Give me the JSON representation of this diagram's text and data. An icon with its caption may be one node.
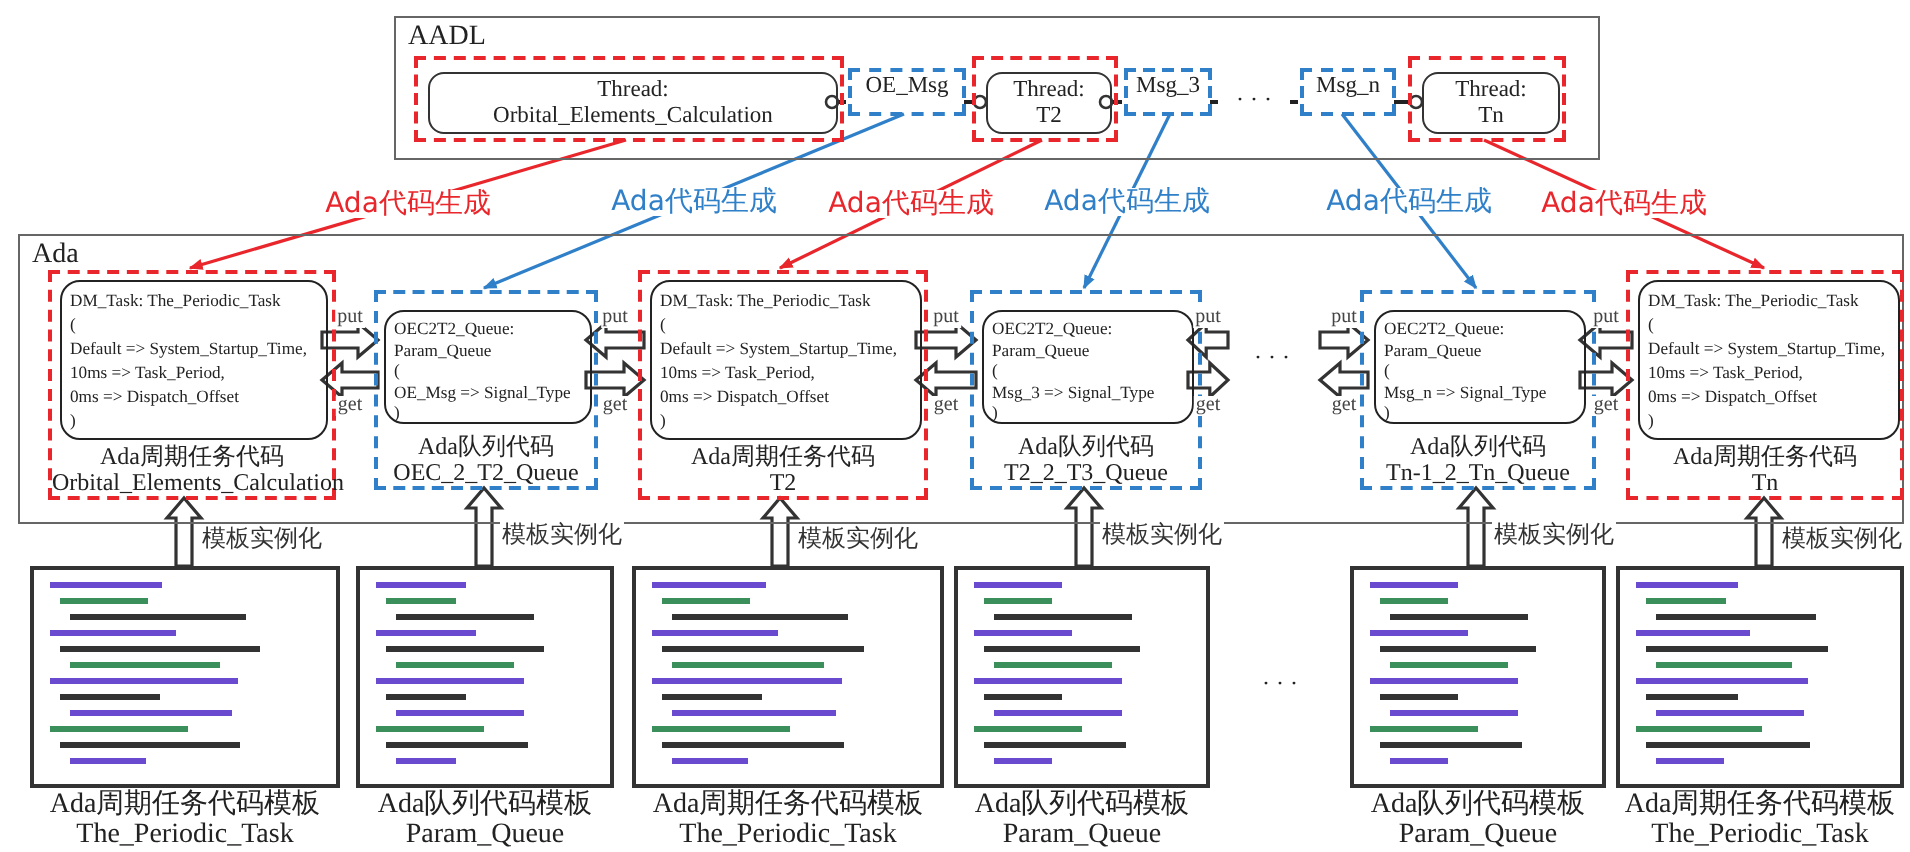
{
  "diagram": {
    "nodes": [
      {
        "text": [
          "AADL"
        ]
      },
      {
        "text": [],
        "shape": "box",
        "in": 0
      },
      {
        "text": [
          "Thread:",
          "Orbital_Elements_Calculation"
        ],
        "in": 1
      },
      {
        "text": [
          "OE_Msg"
        ],
        "in": 0
      },
      {
        "text": [],
        "shape": "box",
        "in": 0
      },
      {
        "text": [
          "Thread:",
          "T2"
        ],
        "in": 4
      },
      {
        "text": [
          "Msg_3"
        ],
        "in": 0
      },
      {
        "text": [
          "Msg_n"
        ],
        "in": 0
      },
      {
        "text": [],
        "shape": "box",
        "in": 0
      },
      {
        "text": [
          "Thread:",
          "Tn"
        ],
        "in": 8
      },
      {
        "text": [
          "Ada"
        ]
      },
      {
        "text": [
          "Ada周期任务代码",
          "Orbital_Elements_Calculation"
        ],
        "in": 10
      },
      {
        "text": [
          "DM_Task: The_Periodic_Task",
          "(",
          "Default => System_Startup_Time,",
          "10ms => Task_Period,",
          "0ms => Dispatch_Offset",
          ")"
        ],
        "in": 11
      },
      {
        "text": [
          "Ada队列代码",
          "OEC_2_T2_Queue"
        ],
        "in": 10
      },
      {
        "text": [
          "OEC2T2_Queue:",
          "Param_Queue",
          "(",
          "OE_Msg => Signal_Type",
          ")"
        ],
        "in": 13
      },
      {
        "text": [
          "Ada周期任务代码",
          "T2"
        ],
        "in": 10
      },
      {
        "text": [
          "DM_Task: The_Periodic_Task",
          "(",
          "Default => System_Startup_Time,",
          "10ms => Task_Period,",
          "0ms => Dispatch_Offset",
          ")"
        ],
        "in": 15
      },
      {
        "text": [
          "Ada队列代码",
          "T2_2_T3_Queue"
        ],
        "in": 10
      },
      {
        "text": [
          "OEC2T2_Queue:",
          "Param_Queue",
          "(",
          "Msg_3 => Signal_Type",
          ")"
        ],
        "in": 17
      },
      {
        "text": [
          "Ada队列代码",
          "Tn-1_2_Tn_Queue"
        ],
        "in": 10
      },
      {
        "text": [
          "OEC2T2_Queue:",
          "Param_Queue",
          "(",
          "Msg_n => Signal_Type",
          ")"
        ],
        "in": 19
      },
      {
        "text": [
          "Ada周期任务代码",
          "Tn"
        ],
        "in": 10
      },
      {
        "text": [
          "DM_Task: The_Periodic_Task",
          "(",
          "Default => System_Startup_Time,",
          "10ms => Task_Period,",
          "0ms => Dispatch_Offset",
          ")"
        ],
        "in": 21
      },
      {
        "text": [
          "Ada周期任务代码模板",
          "The_Periodic_Task"
        ]
      },
      {
        "text": [
          "Ada队列代码模板",
          "Param_Queue"
        ]
      },
      {
        "text": [
          "Ada周期任务代码模板",
          "The_Periodic_Task"
        ]
      },
      {
        "text": [
          "Ada队列代码模板",
          "Param_Queue"
        ]
      },
      {
        "text": [
          "Ada队列代码模板",
          "Param_Queue"
        ]
      },
      {
        "text": [
          "Ada周期任务代码模板",
          "The_Periodic_Task"
        ]
      }
    ],
    "edges": [
      {
        "from": 2,
        "to": 3,
        "arrow": "none"
      },
      {
        "from": 3,
        "to": 5,
        "arrow": "none"
      },
      {
        "from": 5,
        "to": 6,
        "arrow": "none"
      },
      {
        "from": 6,
        "to": null,
        "arrow": "none"
      },
      {
        "from": null,
        "to": 7,
        "arrow": "none"
      },
      {
        "from": 7,
        "to": 9,
        "arrow": "none"
      },
      {
        "from": 1,
        "to": 11,
        "arrow": "to",
        "label": "Ada代码生成",
        "color": "#e8262b"
      },
      {
        "from": 3,
        "to": 13,
        "arrow": "to",
        "label": "Ada代码生成",
        "color": "#2f80c8"
      },
      {
        "from": 4,
        "to": 15,
        "arrow": "to",
        "label": "Ada代码生成",
        "color": "#e8262b"
      },
      {
        "from": 6,
        "to": 17,
        "arrow": "to",
        "label": "Ada代码生成",
        "color": "#2f80c8"
      },
      {
        "from": 7,
        "to": 19,
        "arrow": "to",
        "label": "Ada代码生成",
        "color": "#2f80c8"
      },
      {
        "from": 8,
        "to": 21,
        "arrow": "to",
        "label": "Ada代码生成",
        "color": "#e8262b"
      },
      {
        "from": 12,
        "to": 14,
        "arrow": "to",
        "label": "put",
        "style": "thick"
      },
      {
        "from": 14,
        "to": 12,
        "arrow": "to",
        "label": "get",
        "style": "thick"
      },
      {
        "from": 16,
        "to": 14,
        "arrow": "to",
        "label": "put",
        "style": "thick"
      },
      {
        "from": 14,
        "to": 16,
        "arrow": "to",
        "label": "get",
        "style": "thick"
      },
      {
        "from": 16,
        "to": 18,
        "arrow": "to",
        "label": "put",
        "style": "thick"
      },
      {
        "from": 18,
        "to": 16,
        "arrow": "to",
        "label": "get",
        "style": "thick"
      },
      {
        "from": null,
        "to": 18,
        "arrow": "to",
        "label": "put",
        "style": "thick"
      },
      {
        "from": 18,
        "to": null,
        "arrow": "to",
        "label": "get",
        "style": "thick"
      },
      {
        "from": null,
        "to": 20,
        "arrow": "to",
        "label": "put",
        "style": "thick"
      },
      {
        "from": 20,
        "to": null,
        "arrow": "to",
        "label": "get",
        "style": "thick"
      },
      {
        "from": 22,
        "to": 20,
        "arrow": "to",
        "label": "put",
        "style": "thick"
      },
      {
        "from": 20,
        "to": 22,
        "arrow": "to",
        "label": "get",
        "style": "thick"
      },
      {
        "from": 23,
        "to": 11,
        "arrow": "to",
        "label": "模板实例化",
        "style": "thick"
      },
      {
        "from": 24,
        "to": 13,
        "arrow": "to",
        "label": "模板实例化",
        "style": "thick"
      },
      {
        "from": 25,
        "to": 15,
        "arrow": "to",
        "label": "模板实例化",
        "style": "thick"
      },
      {
        "from": 26,
        "to": 17,
        "arrow": "to",
        "label": "模板实例化",
        "style": "thick"
      },
      {
        "from": 27,
        "to": 19,
        "arrow": "to",
        "label": "模板实例化",
        "style": "thick"
      },
      {
        "from": 28,
        "to": 21,
        "arrow": "to",
        "label": "模板实例化",
        "style": "thick"
      }
    ],
    "labels": [
      "· · ·",
      "· · ·",
      "· · ·"
    ]
  }
}
